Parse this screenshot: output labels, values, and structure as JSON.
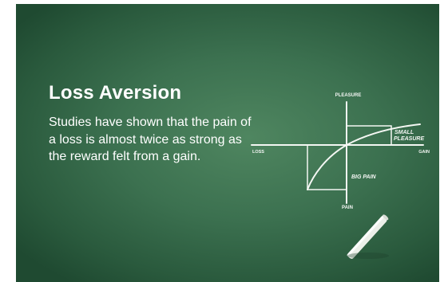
{
  "slide": {
    "title": "Loss Aversion",
    "body": "Studies have shown that the pain of a loss is almost twice as strong as the reward felt from a gain."
  },
  "diagram": {
    "axis_labels": {
      "top": "PLEASURE",
      "bottom": "PAIN",
      "left": "LOSS",
      "right": "GAIN"
    },
    "annotations": {
      "small_pleasure_line1": "SMALL",
      "small_pleasure_line2": "PLEASURE",
      "big_pain": "BIG PAIN"
    }
  },
  "colors": {
    "chalkboard": "#3c7150",
    "chalk": "#f4f7f3",
    "text": "#ffffff"
  }
}
